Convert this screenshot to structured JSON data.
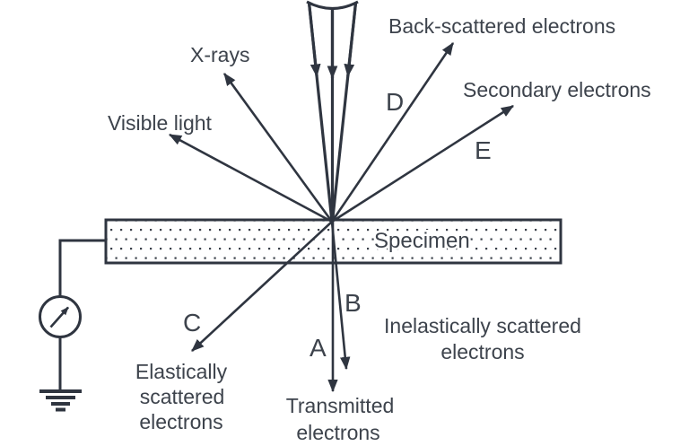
{
  "colors": {
    "line": "#2f3540",
    "text": "#3d434c",
    "background": "#ffffff",
    "specimen_dots": "#3a404a"
  },
  "specimen": {
    "label": "Specimen"
  },
  "signals": {
    "xrays": {
      "label": "X-rays"
    },
    "visible_light": {
      "label": "Visible light"
    },
    "back_scattered": {
      "label": "Back-scattered electrons",
      "letter": "D"
    },
    "secondary": {
      "label": "Secondary electrons",
      "letter": "E"
    },
    "elastic": {
      "letter": "C",
      "lines": [
        "Elastically",
        "scattered",
        "electrons"
      ]
    },
    "transmitted": {
      "letter": "A",
      "lines": [
        "Transmitted",
        "electrons"
      ]
    },
    "inelastic": {
      "letter": "B",
      "lines": [
        "Inelastically scattered",
        "electrons"
      ]
    }
  },
  "icons": {
    "electron_beam": "electron-beam-icon",
    "current_meter": "current-meter-icon",
    "ground": "ground-icon"
  }
}
